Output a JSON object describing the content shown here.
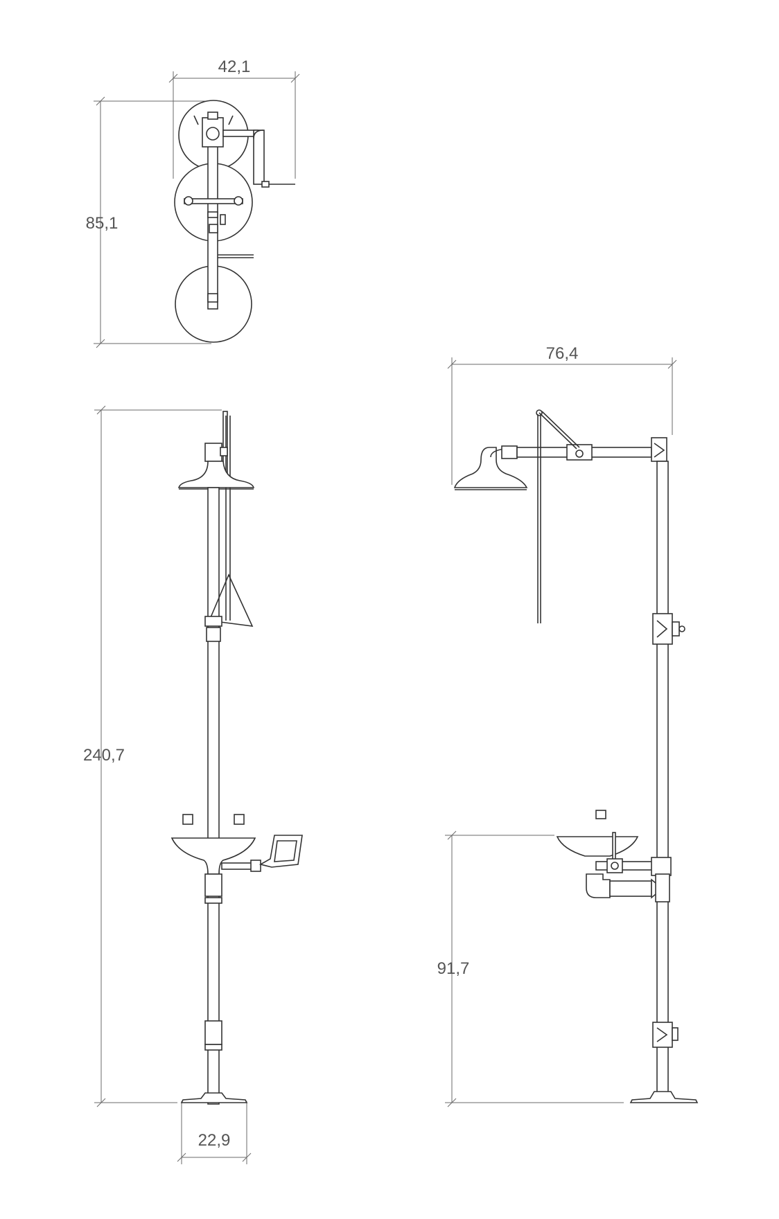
{
  "dimensions": {
    "top_width": "42,1",
    "top_depth": "85,1",
    "front_height": "240,7",
    "base_width": "22,9",
    "side_width": "76,4",
    "basin_height": "91,7"
  },
  "colors": {
    "line": "#333333",
    "dimension": "#6a6a6a",
    "text": "#555555"
  }
}
